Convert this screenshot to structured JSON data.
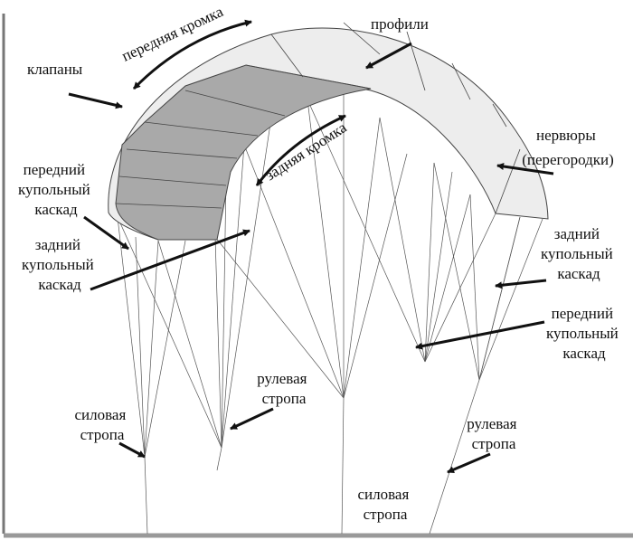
{
  "labels": {
    "leading_edge": "передняя кромка",
    "profiles": "профили",
    "valves": "клапаны",
    "ribs": [
      "нервюры",
      "(перегородки)"
    ],
    "trailing_edge": "задняя кромка",
    "front_cascade_left": [
      "передний",
      "купольный",
      "каскад"
    ],
    "rear_cascade_left": [
      "задний",
      "купольный",
      "каскад"
    ],
    "rear_cascade_right": [
      "задний",
      "купольный",
      "каскад"
    ],
    "front_cascade_right": [
      "передний",
      "купольный",
      "каскад"
    ],
    "steering_line_center": [
      "рулевая",
      "стропа"
    ],
    "power_line_left": [
      "силовая",
      "стропа"
    ],
    "steering_line_right": [
      "рулевая",
      "стропа"
    ],
    "power_line_bottom": [
      "силовая",
      "стропа"
    ]
  },
  "colors": {
    "canopy_light": "#ececec",
    "canopy_dark": "#a9a9a9",
    "lines": "#555555",
    "text": "#111111"
  }
}
